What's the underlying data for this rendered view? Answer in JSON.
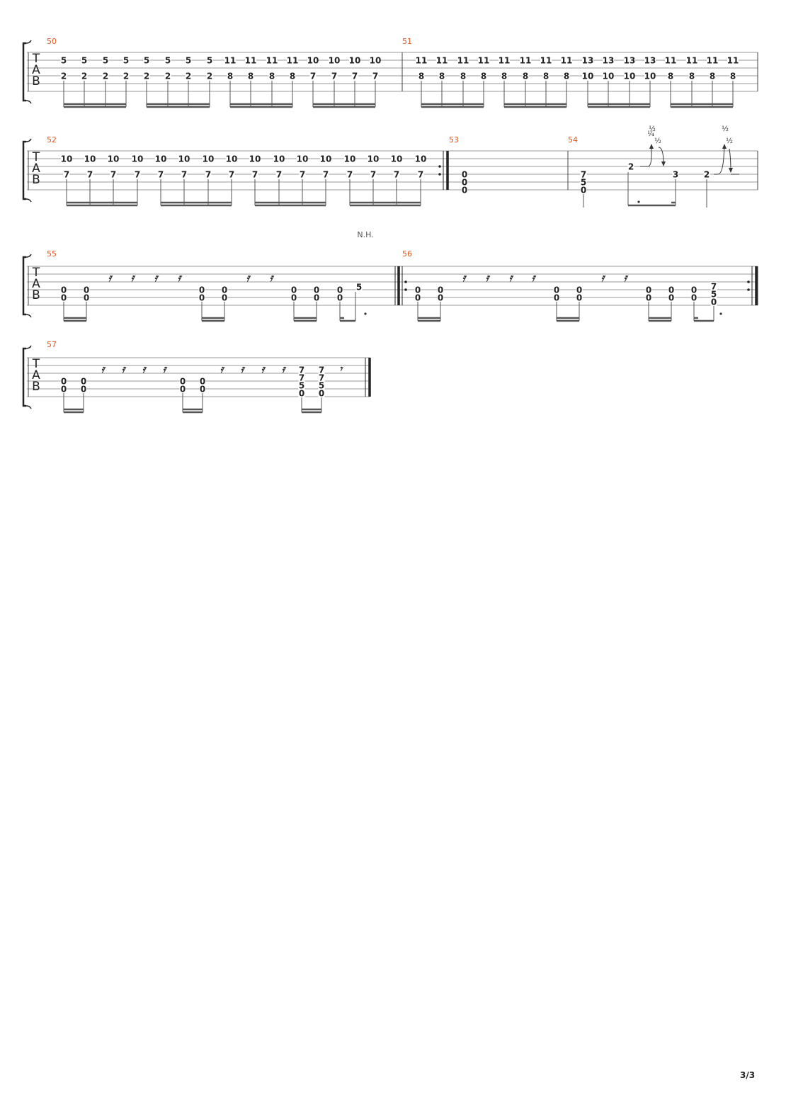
{
  "page": {
    "page_number": "3/3",
    "tab_clef": [
      "T",
      "A",
      "B"
    ]
  },
  "systems": [
    {
      "measures": [
        {
          "number": "50",
          "notes": [
            [
              "5",
              "2"
            ],
            [
              "5",
              "2"
            ],
            [
              "5",
              "2"
            ],
            [
              "5",
              "2"
            ],
            [
              "5",
              "2"
            ],
            [
              "5",
              "2"
            ],
            [
              "5",
              "2"
            ],
            [
              "5",
              "2"
            ],
            [
              "11",
              "8"
            ],
            [
              "11",
              "8"
            ],
            [
              "11",
              "8"
            ],
            [
              "11",
              "8"
            ],
            [
              "10",
              "7"
            ],
            [
              "10",
              "7"
            ],
            [
              "10",
              "7"
            ],
            [
              "10",
              "7"
            ]
          ]
        },
        {
          "number": "51",
          "notes": [
            [
              "11",
              "8"
            ],
            [
              "11",
              "8"
            ],
            [
              "11",
              "8"
            ],
            [
              "11",
              "8"
            ],
            [
              "11",
              "8"
            ],
            [
              "11",
              "8"
            ],
            [
              "11",
              "8"
            ],
            [
              "11",
              "8"
            ],
            [
              "13",
              "10"
            ],
            [
              "13",
              "10"
            ],
            [
              "13",
              "10"
            ],
            [
              "13",
              "10"
            ],
            [
              "11",
              "8"
            ],
            [
              "11",
              "8"
            ],
            [
              "11",
              "8"
            ],
            [
              "11",
              "8"
            ]
          ]
        }
      ]
    },
    {
      "measures": [
        {
          "number": "52",
          "notes": [
            [
              "10",
              "7"
            ],
            [
              "10",
              "7"
            ],
            [
              "10",
              "7"
            ],
            [
              "10",
              "7"
            ],
            [
              "10",
              "7"
            ],
            [
              "10",
              "7"
            ],
            [
              "10",
              "7"
            ],
            [
              "10",
              "7"
            ],
            [
              "10",
              "7"
            ],
            [
              "10",
              "7"
            ],
            [
              "10",
              "7"
            ],
            [
              "10",
              "7"
            ],
            [
              "10",
              "7"
            ],
            [
              "10",
              "7"
            ],
            [
              "10",
              "7"
            ],
            [
              "10",
              "7"
            ]
          ]
        },
        {
          "number": "53",
          "chord": [
            "0",
            "0",
            "0"
          ]
        },
        {
          "number": "54",
          "chord": [
            "7",
            "5",
            "0"
          ],
          "notes": [
            "2",
            "3",
            "2"
          ],
          "bends": [
            "½",
            "¼",
            "½",
            "½",
            "½"
          ]
        }
      ]
    },
    {
      "harmonic_label": "N.H.",
      "measures": [
        {
          "number": "55",
          "fret": "0",
          "last": "5",
          "rest": "𝄿"
        },
        {
          "number": "56",
          "fret": "0",
          "last": [
            "7",
            "5",
            "0"
          ],
          "rest": "𝄿"
        }
      ]
    },
    {
      "measures": [
        {
          "number": "57",
          "fret": "0",
          "end_chord": [
            "7",
            "7",
            "5",
            "0"
          ],
          "rest": "𝄿",
          "eighth_rest": "𝄾"
        }
      ]
    }
  ]
}
